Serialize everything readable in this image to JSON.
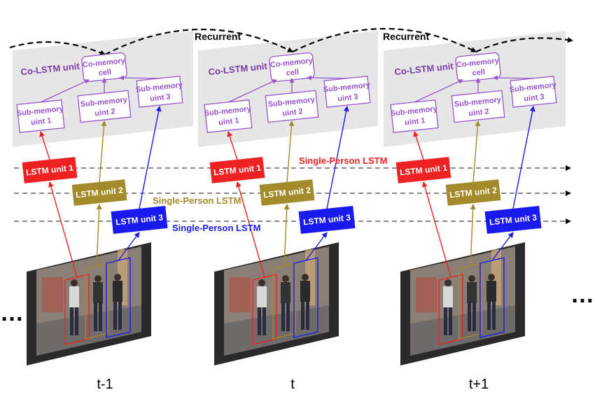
{
  "labels": {
    "recurrent": "Recurrent",
    "co_lstm_unit": "Co-LSTM unit",
    "co_memory_cell_line1": "Co-memory",
    "co_memory_cell_line2": "cell",
    "sub_memory": [
      {
        "line1": "Sub-memory",
        "line2": "uint 1"
      },
      {
        "line1": "Sub-memory",
        "line2": "uint 2"
      },
      {
        "line1": "Sub-memory",
        "line2": "uint 3"
      }
    ],
    "lstm_units": [
      "LSTM unit 1",
      "LSTM unit 2",
      "LSTM unit 3"
    ],
    "single_person_lstm": "Single-Person LSTM",
    "ellipsis": "…",
    "timesteps": [
      "t-1",
      "t",
      "t+1"
    ]
  },
  "colors": {
    "lstm1": "#ee2222",
    "lstm2": "#a38a2a",
    "lstm3": "#1a1aee",
    "purple": "#9955cc",
    "co_lstm_text": "#7a3aa8",
    "panel": "#e6e6e6"
  }
}
